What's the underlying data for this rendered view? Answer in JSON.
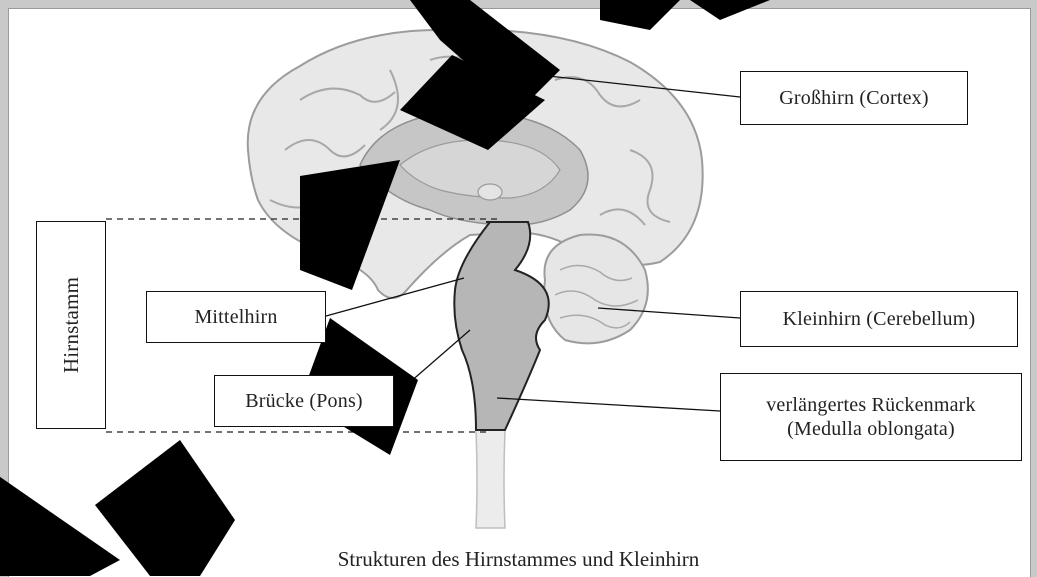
{
  "labels": {
    "cortex": "Großhirn (Cortex)",
    "cerebellum": "Kleinhirn (Cerebellum)",
    "medulla_line1": "verlängertes Rückenmark",
    "medulla_line2": "(Medulla oblongata)",
    "midbrain": "Mittelhirn",
    "pons": "Brücke (Pons)",
    "brainstem": "Hirnstamm"
  },
  "caption": "Strukturen des Hirnstammes und Kleinhirn",
  "colors": {
    "brain_fill": "#e8e8e8",
    "inner_fill": "#c6c6c6",
    "brainstem_fill": "#b6b6b6",
    "watermark": "#000000",
    "background": "#c9c9c9"
  }
}
